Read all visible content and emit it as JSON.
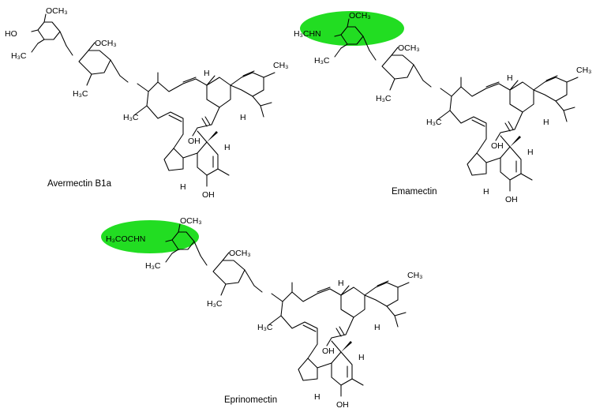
{
  "molecules": [
    {
      "id": "avermectin",
      "caption": "Avermectin B1a",
      "highlight": false,
      "sugar_terminal_label": "HO",
      "labels": {
        "ome_top": "OCH₃",
        "ch3_a": "H₃C",
        "ome_mid": "OCH₃",
        "ch3_b": "H₃C",
        "me_ring": "CH₃",
        "h_a": "H",
        "h_b": "H",
        "h3c_left": "H₃C",
        "oh_a": "OH",
        "h_c": "H",
        "h_d": "H",
        "oh_b": "OH"
      }
    },
    {
      "id": "emamectin",
      "caption": "Emamectin",
      "highlight": true,
      "highlight_color": "#22dd22",
      "sugar_terminal_label": "H₃CHN",
      "labels": {
        "ome_top": "OCH₃",
        "ch3_a": "H₃C",
        "ome_mid": "OCH₃",
        "ch3_b": "H₃C",
        "me_ring": "CH₃",
        "h_a": "H",
        "h_b": "H",
        "h3c_left": "H₃C",
        "oh_a": "OH",
        "h_c": "H",
        "h_d": "H",
        "oh_b": "OH"
      }
    },
    {
      "id": "eprinomectin",
      "caption": "Eprinomectin",
      "highlight": true,
      "highlight_color": "#22dd22",
      "sugar_terminal_label": "H₃COCHN",
      "labels": {
        "ome_top": "OCH₃",
        "ch3_a": "H₃C",
        "ome_mid": "OCH₃",
        "ch3_b": "H₃C",
        "me_ring": "CH₃",
        "h_a": "H",
        "h_b": "H",
        "h3c_left": "H₃C",
        "oh_a": "OH",
        "h_c": "H",
        "h_d": "H",
        "oh_b": "OH"
      }
    }
  ]
}
